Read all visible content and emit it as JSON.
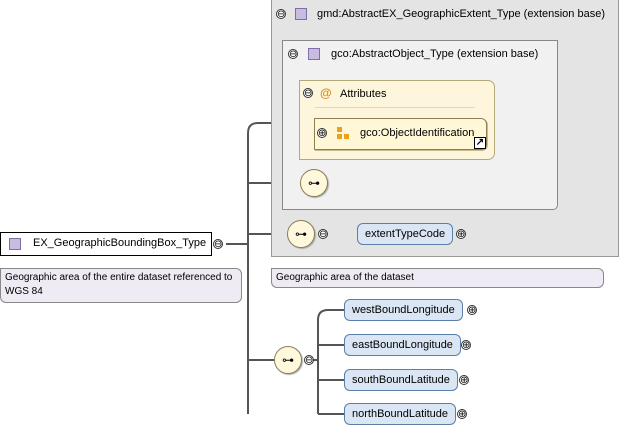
{
  "main_element": {
    "label": "EX_GeographicBoundingBox_Type",
    "note": "Geographic area of the entire dataset referenced to WGS 84"
  },
  "extension_base": {
    "label": "gmd:AbstractEX_GeographicExtent_Type (extension base)",
    "note": "Geographic area of the dataset",
    "inner": {
      "label": "gco:AbstractObject_Type (extension base)",
      "attributes_label": "Attributes",
      "attribute_group": "gco:ObjectIdentification"
    },
    "element": "extentTypeCode"
  },
  "sequence_elements": [
    "westBoundLongitude",
    "eastBoundLongitude",
    "southBoundLatitude",
    "northBoundLatitude"
  ],
  "icons": {
    "collapse": "⊖",
    "expand": "⊕",
    "sequence": "sequence-icon",
    "attribute_at": "@",
    "link_arrow": "↗"
  },
  "colors": {
    "element_fill": "#dbe6f4",
    "attribute_fill": "#fdf6dc",
    "note_fill": "#eeebf4",
    "extension_fill": "#e4e4e4"
  }
}
